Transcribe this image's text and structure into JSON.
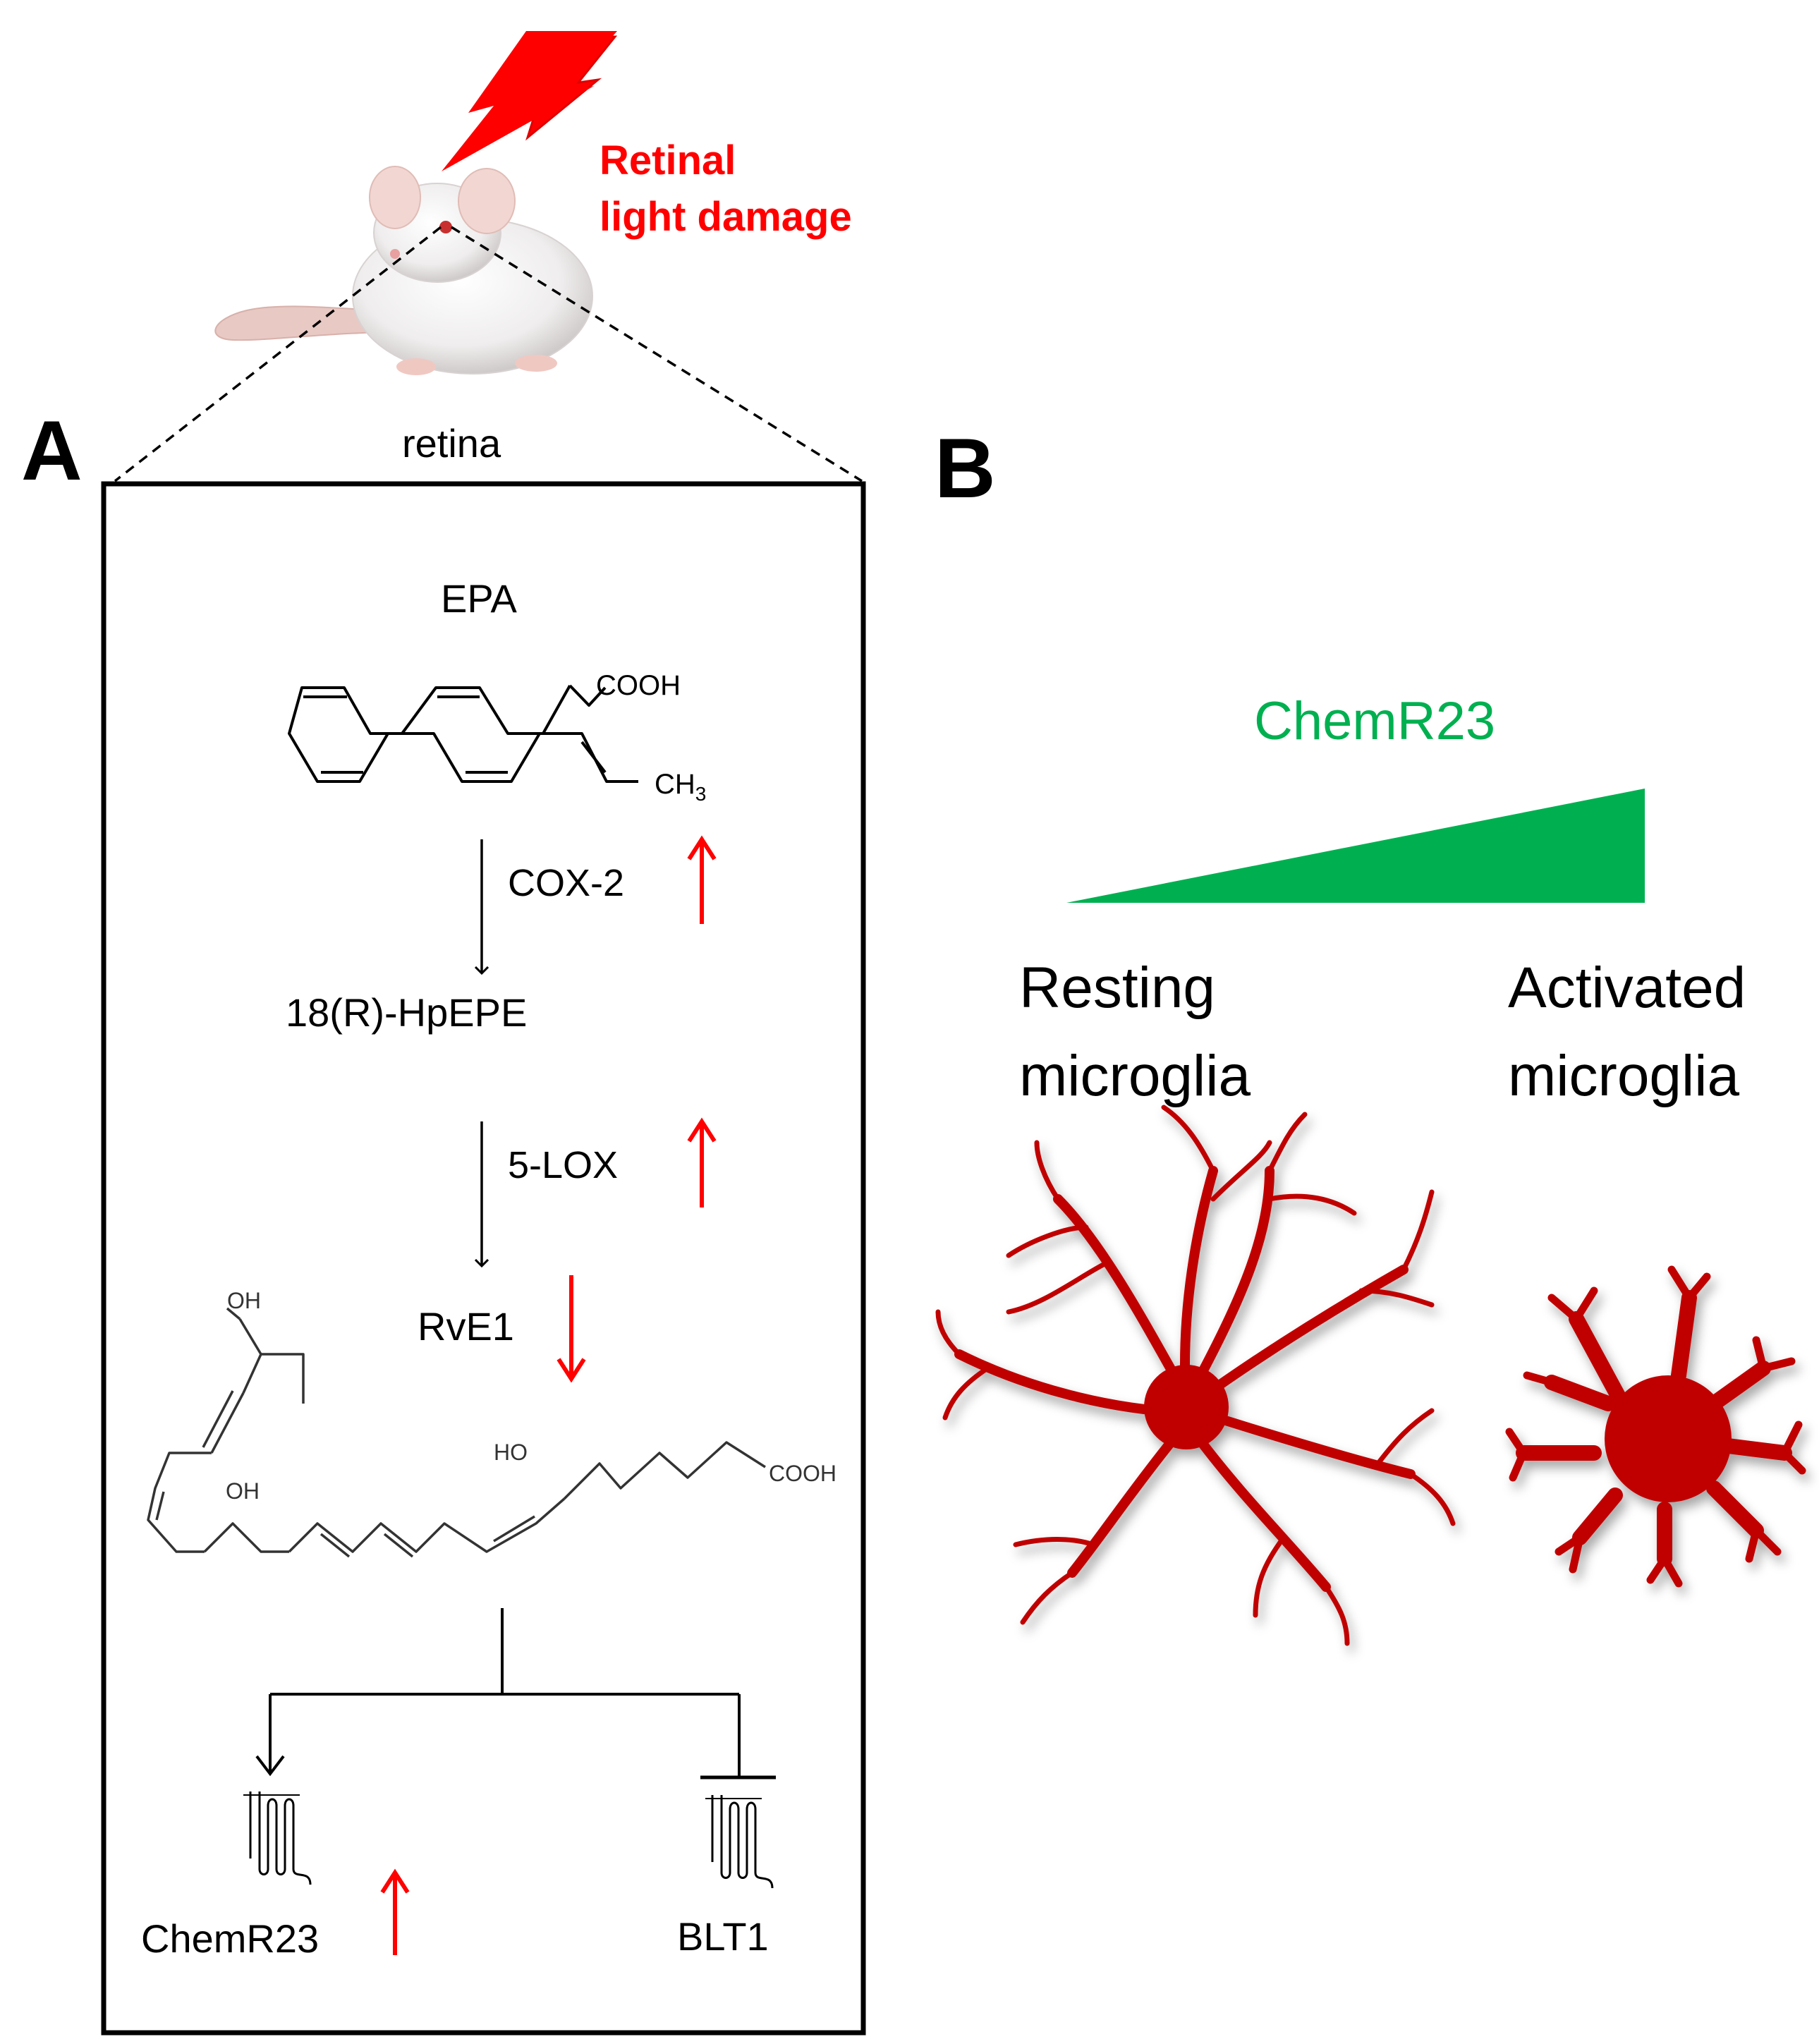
{
  "top": {
    "damage_label_line1": "Retinal",
    "damage_label_line2": "light damage",
    "retina_label": "retina",
    "damage_color": "#ff0000",
    "lightning_icon": "lightning-bolt-icon",
    "mouse_image": "white-mouse"
  },
  "panel_a": {
    "label": "A",
    "epa_label": "EPA",
    "epa_cooh": "COOH",
    "epa_ch3": "CH",
    "epa_ch3_sub": "3",
    "step1_enzyme": "COX-2",
    "intermediate": "18(R)-HpEPE",
    "step2_enzyme": "5-LOX",
    "product": "RvE1",
    "rve1_oh_top": "OH",
    "rve1_oh_mid": "OH",
    "rve1_ho": "HO",
    "rve1_cooh": "COOH",
    "receptor_left": "ChemR23",
    "receptor_right": "BLT1",
    "up_color": "#ff0000",
    "receptor_icon": "gpcr-receptor-icon"
  },
  "panel_b": {
    "label": "B",
    "gradient_label": "ChemR23",
    "gradient_color": "#00b050",
    "resting_line1": "Resting",
    "resting_line2": "microglia",
    "activated_line1": "Activated",
    "activated_line2": "microglia",
    "microglia_color": "#c00000"
  }
}
